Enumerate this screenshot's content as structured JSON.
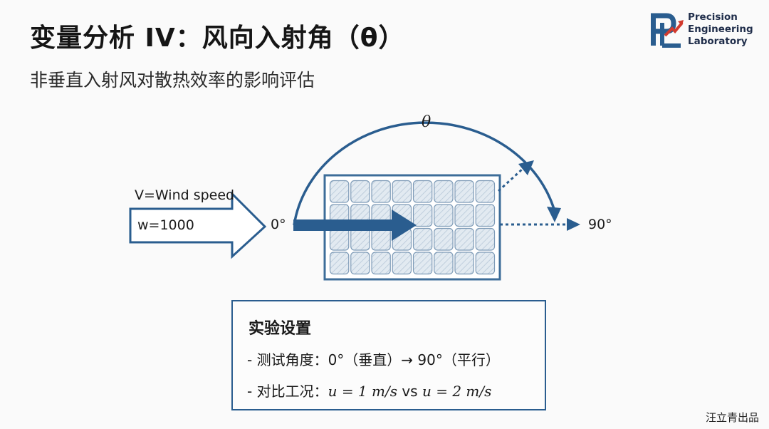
{
  "header": {
    "title": "变量分析 IV：风向入射角（θ）",
    "subtitle": "非垂直入射风对散热效率的影响评估"
  },
  "logo": {
    "lines": [
      "Precision",
      "Engineering",
      "Laboratory"
    ]
  },
  "diagram": {
    "theta_label": "θ",
    "angle_start": "0°",
    "angle_end": "90°",
    "wind_speed_label": "V=Wind speed",
    "wind_value_label": "w=1000",
    "colors": {
      "accent": "#2a5d8f",
      "panel_fill": "#dde6ee",
      "panel_frame": "#3d6d99"
    }
  },
  "setup": {
    "title": "实验设置",
    "line1": "- 测试角度：0°（垂直）→ 90°（平行）",
    "line2_prefix": "- 对比工况：",
    "line2_math_a": "u = 1 m/s",
    "line2_vs": " vs ",
    "line2_math_b": "u = 2 m/s"
  },
  "watermark": "汪立青出品"
}
